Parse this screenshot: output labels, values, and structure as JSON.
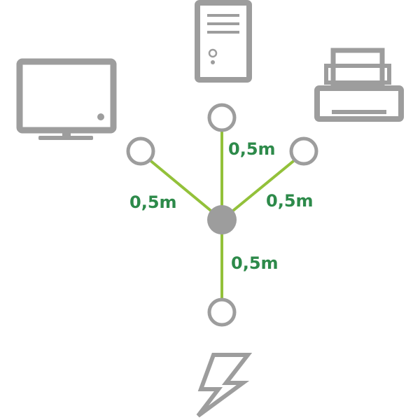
{
  "colors": {
    "device_grey": "#9d9d9d",
    "cable_green": "#93c13a",
    "label_green": "#2d8a4a",
    "background": "#ffffff"
  },
  "devices": [
    {
      "id": "monitor",
      "icon": "monitor-icon"
    },
    {
      "id": "tower",
      "icon": "desktop-tower-icon"
    },
    {
      "id": "printer",
      "icon": "printer-icon"
    },
    {
      "id": "power",
      "icon": "lightning-bolt-icon"
    }
  ],
  "cables": [
    {
      "id": "cable-top",
      "length_label": "0,5m"
    },
    {
      "id": "cable-left",
      "length_label": "0,5m"
    },
    {
      "id": "cable-right",
      "length_label": "0,5m"
    },
    {
      "id": "cable-bottom",
      "length_label": "0,5m"
    }
  ]
}
